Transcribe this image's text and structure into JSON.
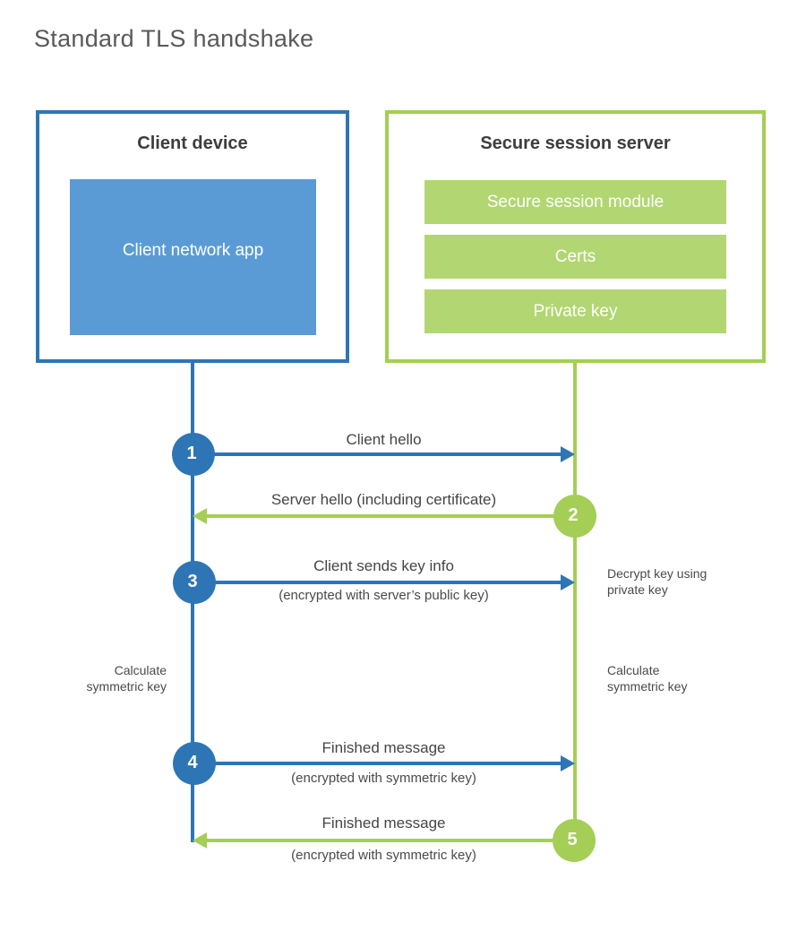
{
  "title": "Standard TLS handshake",
  "colors": {
    "client_blue": "#2e75b6",
    "client_blue_light": "#5b9bd5",
    "server_green": "#a4ce55",
    "server_green_light": "#b2d672",
    "heading_text": "#3d3d3d",
    "label_text": "#4a4a4a",
    "title_text": "#595959"
  },
  "client": {
    "header": "Client device",
    "module": "Client network app"
  },
  "server": {
    "header": "Secure session server",
    "modules": [
      "Secure session module",
      "Certs",
      "Private key"
    ]
  },
  "steps": [
    {
      "number": "1",
      "from": "client",
      "to": "server",
      "label": "Client hello"
    },
    {
      "number": "2",
      "from": "server",
      "to": "client",
      "label": "Server hello (including certificate)"
    },
    {
      "number": "3",
      "from": "client",
      "to": "server",
      "label": "Client sends key info",
      "sublabel": "(encrypted with server’s public key)"
    },
    {
      "number": "4",
      "from": "client",
      "to": "server",
      "label": "Finished message",
      "sublabel": "(encrypted with symmetric key)"
    },
    {
      "number": "5",
      "from": "server",
      "to": "client",
      "label": "Finished message",
      "sublabel": "(encrypted with symmetric key)"
    }
  ],
  "notes": {
    "decrypt_key": "Decrypt key using\nprivate key",
    "calculate_left": "Calculate\nsymmetric key",
    "calculate_right": "Calculate\nsymmetric key"
  }
}
